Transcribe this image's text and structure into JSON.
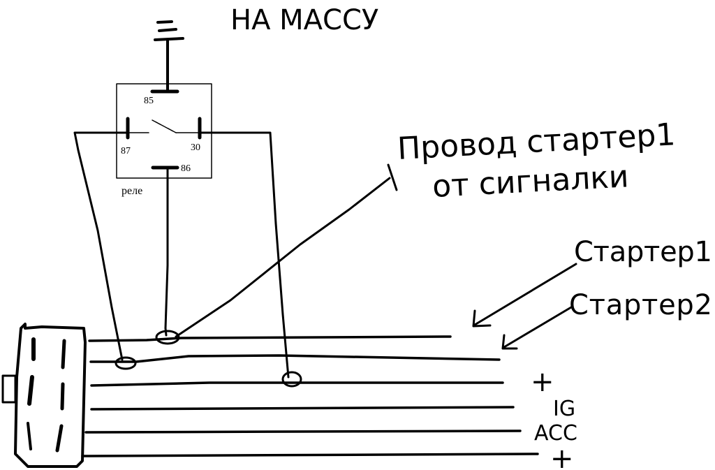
{
  "ground_label": "НА МАССУ",
  "relay": {
    "label": "реле",
    "pins": {
      "p85": "85",
      "p87": "87",
      "p30": "30",
      "p86": "86"
    }
  },
  "signal_wire_label": {
    "line1": "Провод стартер1",
    "line2": "от сигналки"
  },
  "starter1_label": "Стартер1",
  "starter2_label": "Стартер2",
  "wire_labels": {
    "plus1": "+",
    "ig": "IG",
    "acc": "ACC",
    "plus2": "+"
  }
}
